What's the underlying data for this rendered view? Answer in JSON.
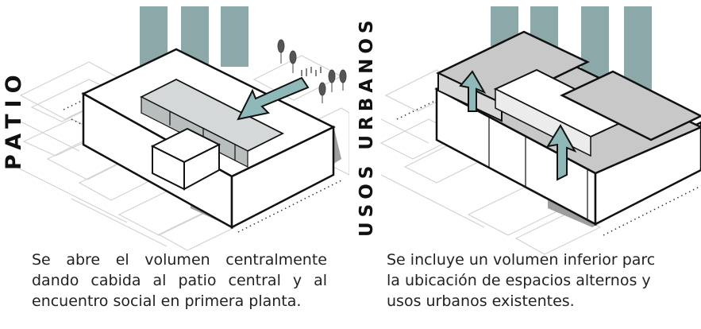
{
  "panels": {
    "left": {
      "title": "PATIO",
      "caption_lines": [
        "Se abre el volumen centralmente",
        "dando cabida al patio central y al",
        "encuentro social en primera planta."
      ]
    },
    "right": {
      "title": "USOS URBANOS",
      "caption_lines": [
        "Se incluye un volumen inferior parc",
        "la ubicación de espacios alternos y",
        "usos urbanos existentes."
      ]
    }
  },
  "colors": {
    "tower": "#8ca8a8",
    "shadow": "#9e9e9e",
    "volume_face": "#ffffff",
    "volume_top_right": "#c8c8c8",
    "arrow": "#8fb8b8",
    "context_lines": "#d2d2d2",
    "outline": "#111111",
    "text": "#222222"
  },
  "icons": {
    "left": [
      "tree-icon",
      "people-icon",
      "arrow-icon"
    ],
    "right": [
      "up-arrow-icon"
    ]
  }
}
